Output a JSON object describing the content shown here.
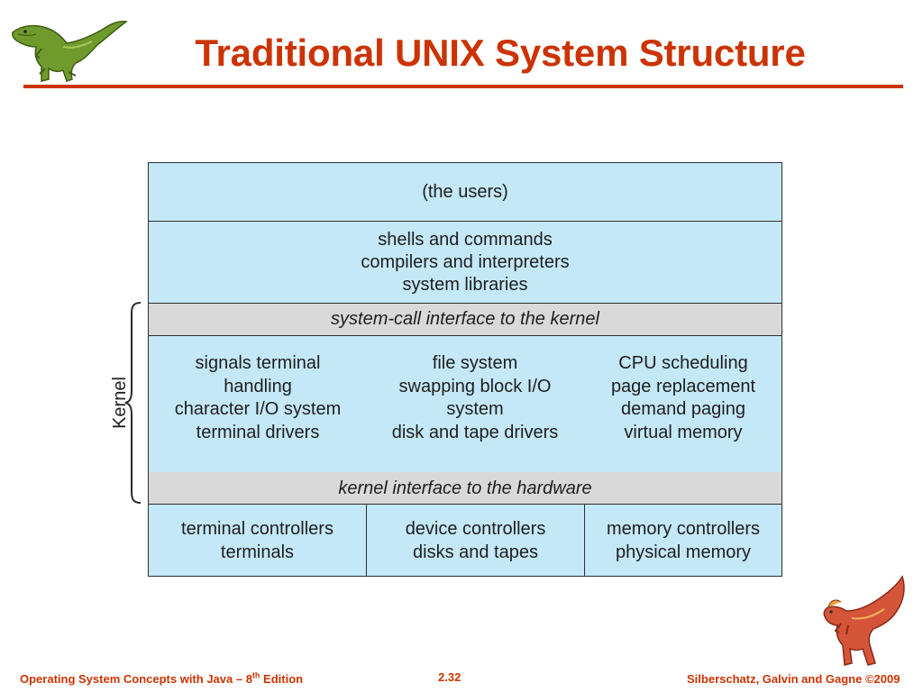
{
  "slide": {
    "title": "Traditional UNIX System Structure"
  },
  "diagram": {
    "side_label": "Kernel",
    "users": "(the users)",
    "shells": [
      "shells and commands",
      "compilers and interpreters",
      "system libraries"
    ],
    "syscall_interface": "system-call interface to the kernel",
    "kernel_columns": [
      [
        "signals terminal",
        "handling",
        "character I/O system",
        "terminal drivers"
      ],
      [
        "file system",
        "swapping block I/O",
        "system",
        "disk and tape drivers"
      ],
      [
        "CPU scheduling",
        "page replacement",
        "demand paging",
        "virtual memory"
      ]
    ],
    "hardware_interface": "kernel interface to the hardware",
    "hardware": [
      [
        "terminal controllers",
        "terminals"
      ],
      [
        "device controllers",
        "disks and tapes"
      ],
      [
        "memory controllers",
        "physical memory"
      ]
    ]
  },
  "footer": {
    "book_prefix": "Operating System Concepts with Java – 8",
    "book_sup": "th",
    "book_suffix": " Edition",
    "page": "2.32",
    "authors": "Silberschatz, Galvin and Gagne ©2009"
  },
  "colors": {
    "accent": "#cc3300",
    "box_fill": "#c4e8f7",
    "interface_fill": "#d9d9d9"
  },
  "icons": {
    "top_left": "green-dinosaur-icon",
    "bottom_right": "red-dinosaur-icon"
  }
}
